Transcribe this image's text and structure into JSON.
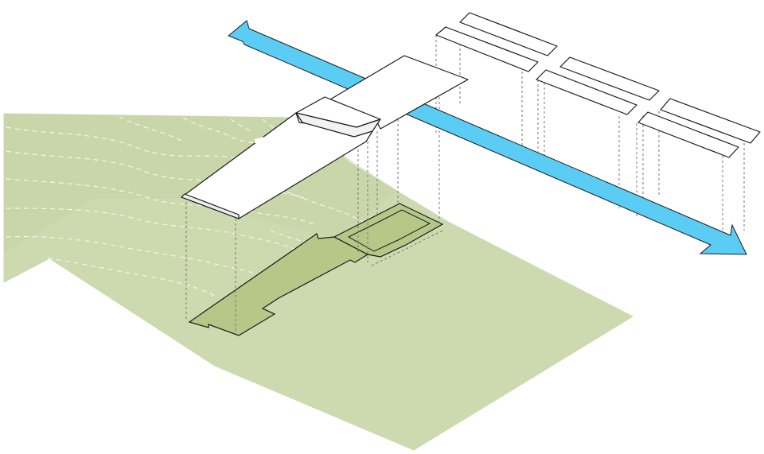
{
  "diagram": {
    "type": "axonometric-site-diagram",
    "labels": []
  },
  "colors": {
    "background": "#ffffff",
    "terrain": "#cdd9ae",
    "footprint": "#b6c887",
    "arrow": "#5bcdf5",
    "outline": "#1a1a1a",
    "contour": "#f4f6ec",
    "projection": "#777777"
  },
  "elements": {
    "flow_arrow": {
      "direction": "bidirectional"
    },
    "roof_slabs": {
      "count": 6
    },
    "building": {
      "parts": [
        "main-volume",
        "central-canopy"
      ]
    }
  }
}
